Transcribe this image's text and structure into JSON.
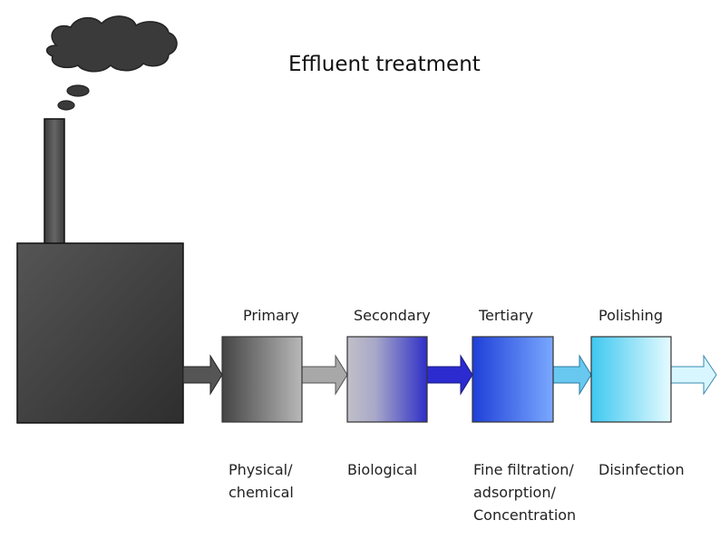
{
  "title": "Effluent treatment",
  "stages": [
    {
      "label": "Primary",
      "description": "Physical/\nchemical",
      "color_left": "#444444",
      "color_right": "#b8b8b8"
    },
    {
      "label": "Secondary",
      "description": "Biological",
      "color_left": "#c0c0c8",
      "color_right": "#2f2fc8"
    },
    {
      "label": "Tertiary",
      "description": "Fine filtration/\nadsorption/\nConcentration",
      "color_left": "#1e3fd8",
      "color_right": "#7aa8ff"
    },
    {
      "label": "Polishing",
      "description": "Disinfection",
      "color_left": "#3ec8f0",
      "color_right": "#e6fbff"
    }
  ],
  "colors": {
    "factory_dark": "#333333",
    "factory_light": "#555555",
    "smoke": "#3a3a3a",
    "arrow_1": "#555555",
    "arrow_2": "#a8a8a8",
    "arrow_3": "#2b2bd0",
    "arrow_4": "#68c8f0",
    "arrow_5": "#d8f6ff"
  },
  "icons": [
    "factory-icon",
    "smoke-cloud-icon"
  ]
}
